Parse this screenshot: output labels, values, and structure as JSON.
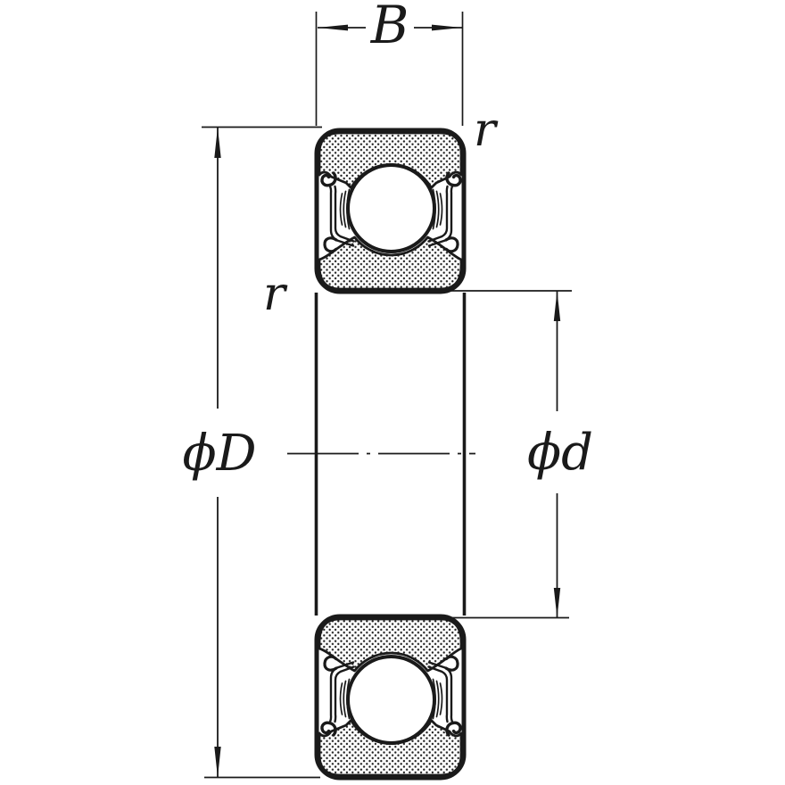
{
  "figure": {
    "background_color": "#ffffff",
    "ink_color": "#1a1a1a",
    "labels": {
      "width": "B",
      "outer_diameter": "ϕD",
      "bore_diameter": "ϕd",
      "chamfer_radius_top_right": "r",
      "chamfer_radius_left": "r"
    }
  }
}
